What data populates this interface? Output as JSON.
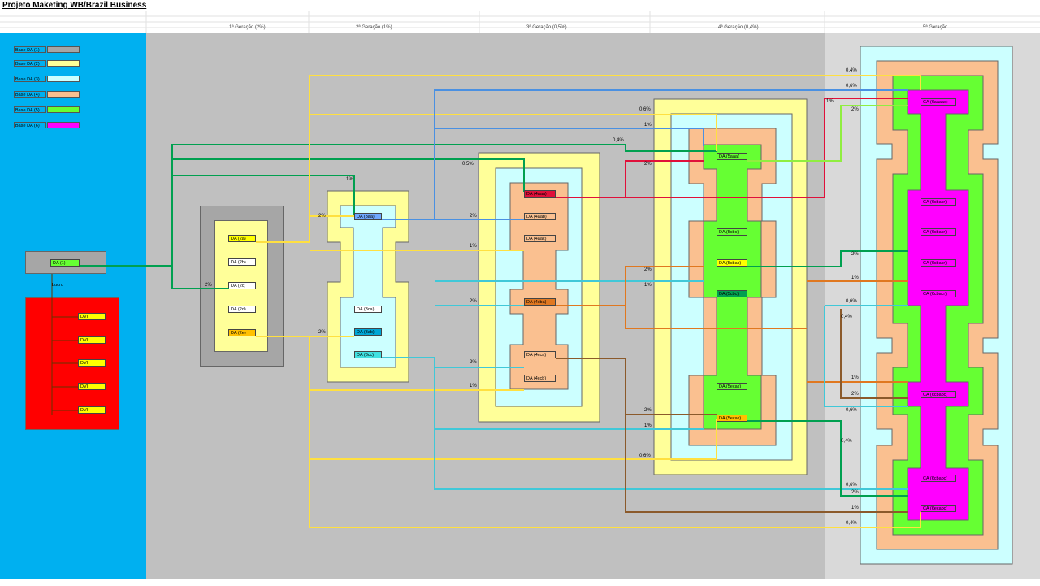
{
  "title": "Projeto Maketing  WB/Brazil Business",
  "generations": [
    "1ª Geração (2%)",
    "2ª Geração (1%)",
    "3ª Geração (0,5%)",
    "4ª Geração (0,4%)",
    "5ª Geração"
  ],
  "legend": [
    {
      "label": "Base DA (1)",
      "color": "#a6a6a6"
    },
    {
      "label": "Base DA (2)",
      "color": "#ffff99"
    },
    {
      "label": "Base DA (3)",
      "color": "#ccffff"
    },
    {
      "label": "Base DA (4)",
      "color": "#fac090"
    },
    {
      "label": "Base DA (5)",
      "color": "#66ff33"
    },
    {
      "label": "Base DA (6)",
      "color": "#ff00ff"
    }
  ],
  "root": {
    "label": "DA (1)",
    "sub_label": "Lucro"
  },
  "dvi": [
    "DVI",
    "DVI",
    "DVI",
    "DVI",
    "DVI"
  ],
  "gen2": [
    "DA (2a)",
    "DA (2b)",
    "DA (2c)",
    "DA (2d)",
    "DA (2e)"
  ],
  "gen3_top": [
    "DA (3aa)"
  ],
  "gen3_bottom": [
    "DA (3ca)",
    "DA (3ab)",
    "DA (3cc)"
  ],
  "gen4": [
    "DA (4aaa)",
    "DA (4aab)",
    "DA (4aac)",
    "DA (4cba)",
    "DA (4cca)",
    "DA (4ccb)"
  ],
  "gen5": [
    "DA (5aaa)",
    "DA (5cbc)",
    "DA (5cbac)",
    "DA (5cbc)",
    "DA (5ecac)",
    "DA (5ecac)"
  ],
  "gen6": [
    "CA (6aaaac)",
    "CA (6cbacr)",
    "CA (6cbacr)",
    "CA (6cbacr)",
    "CA (6cbacr)",
    "CA (6cbabc)",
    "CA (6cbabc)",
    "CA (6ecabc)"
  ],
  "percent_labels": {
    "p1": "1%",
    "p2": "2%",
    "p05": "0,5%",
    "p04": "0,4%",
    "p06": "0,6%"
  }
}
